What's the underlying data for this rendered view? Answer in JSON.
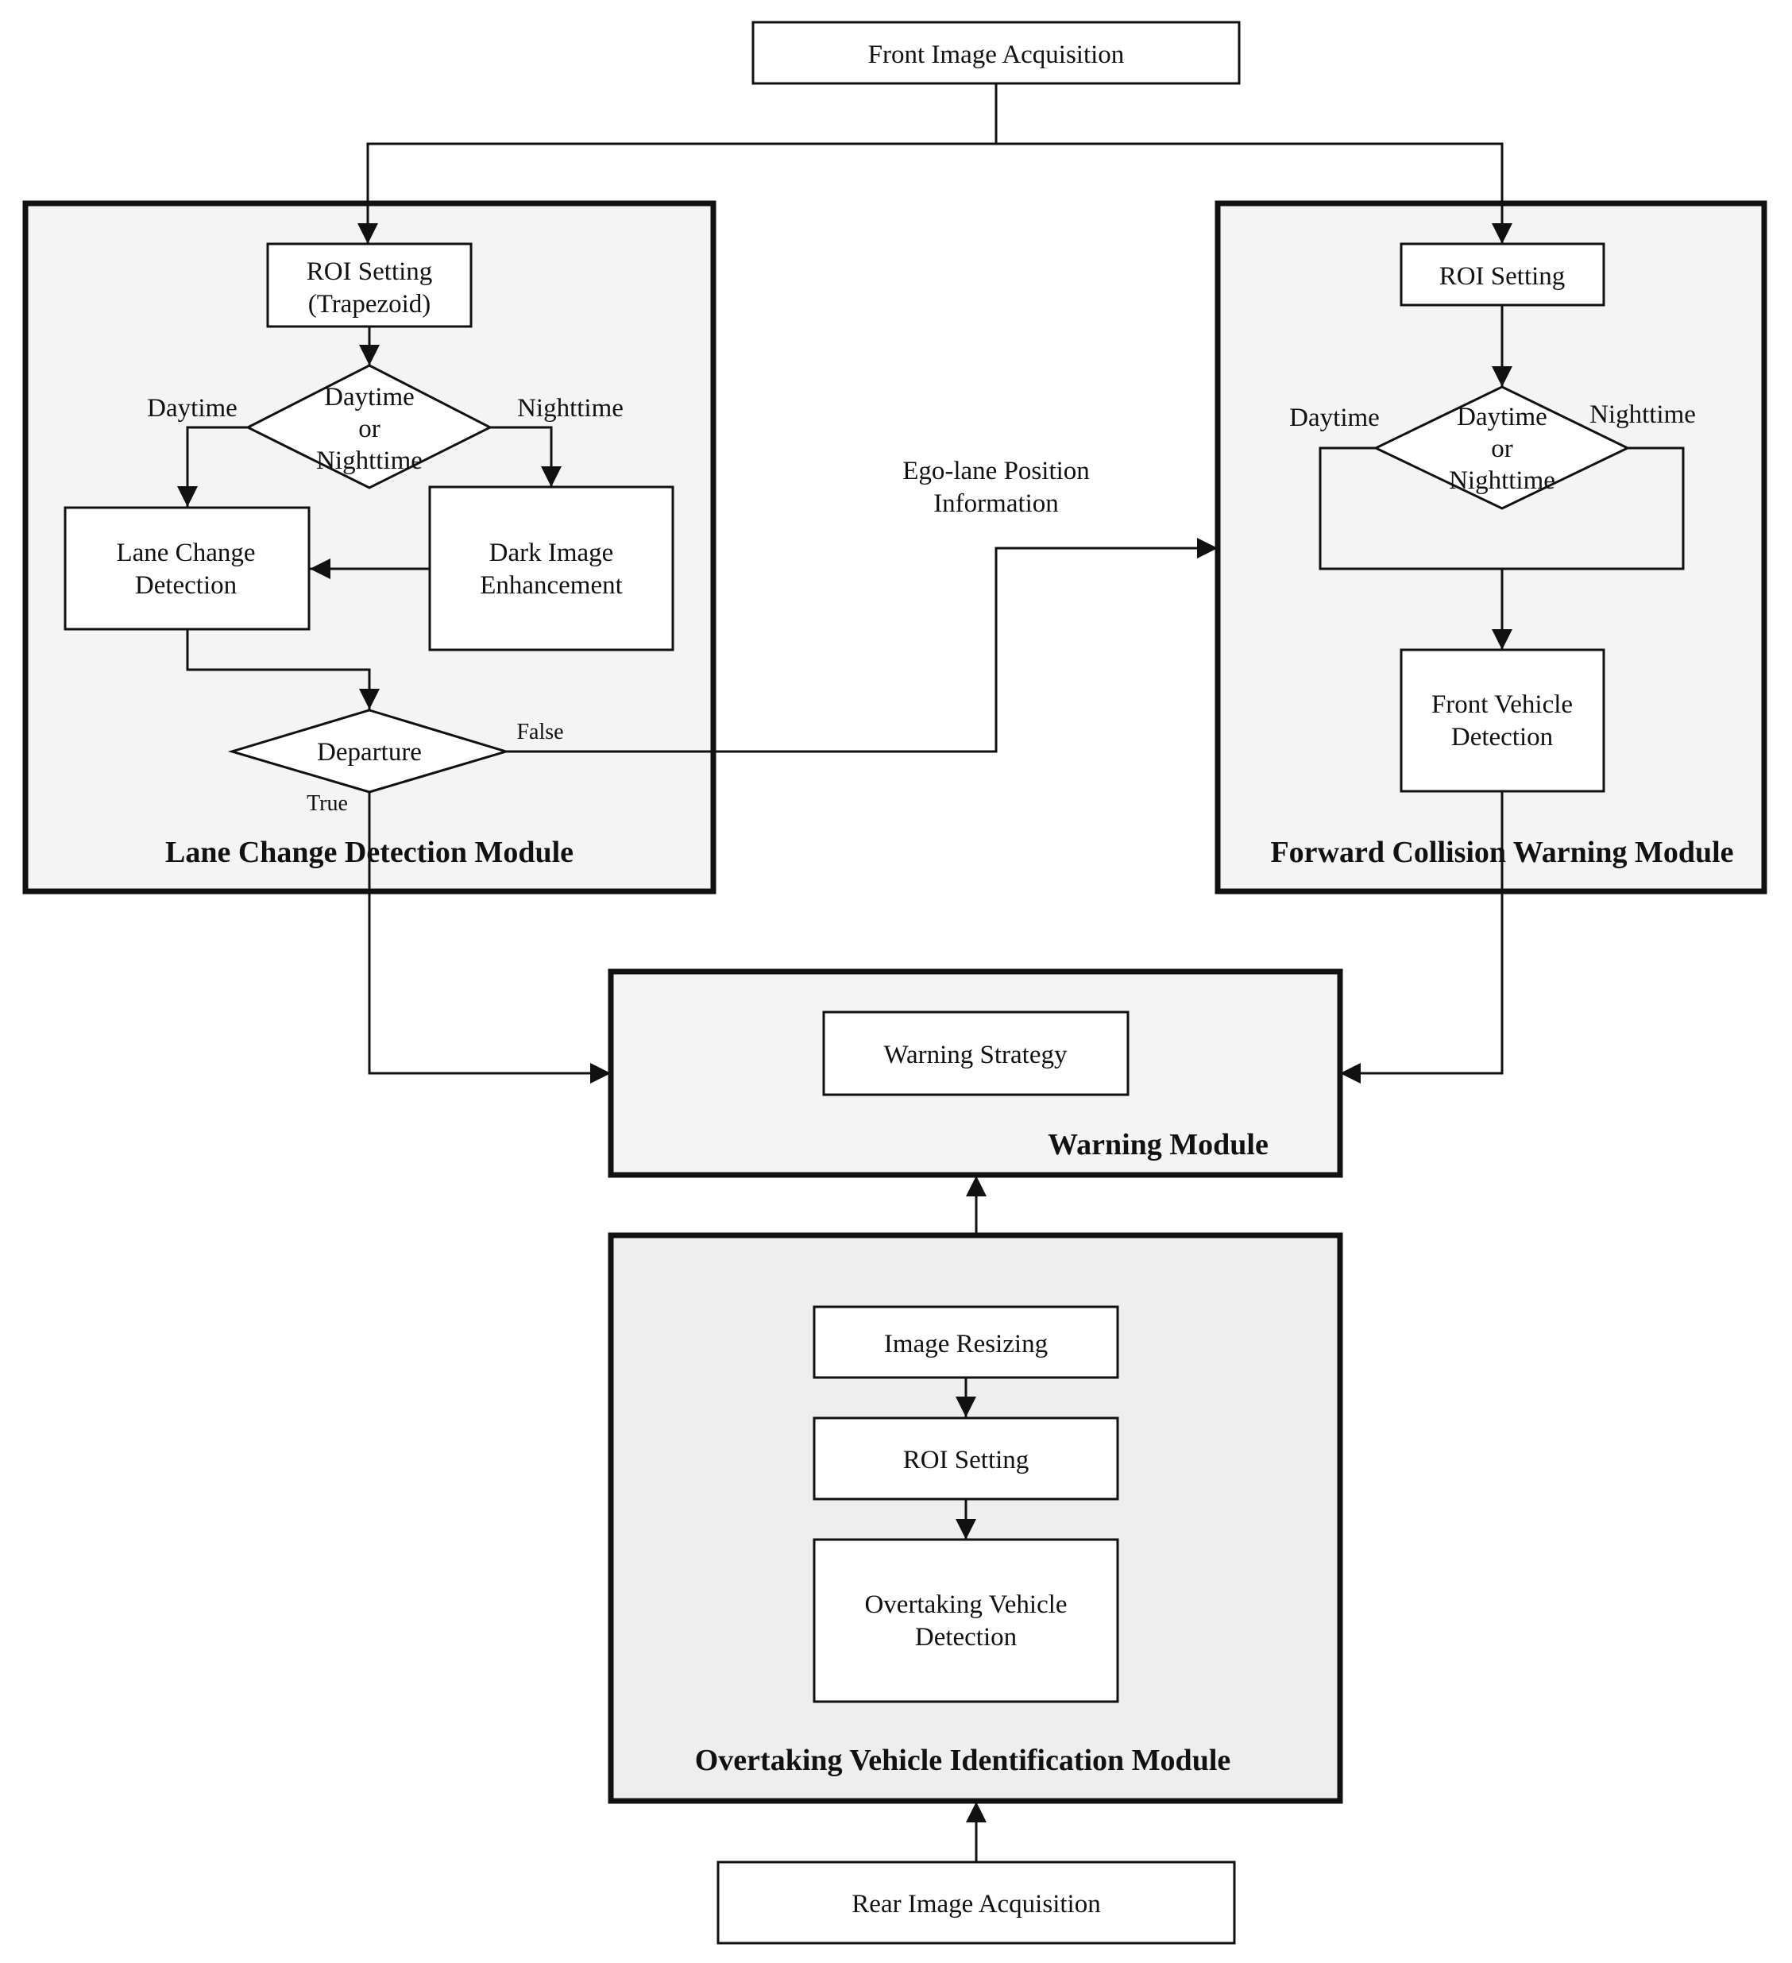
{
  "nodes": {
    "front_image": "Front Image Acquisition",
    "rear_image": "Rear Image Acquisition",
    "lcd_roi": [
      "ROI Setting",
      "(Trapezoid)"
    ],
    "lcd_daynight": [
      "Daytime",
      "or",
      "Nighttime"
    ],
    "lcd_lane_change": [
      "Lane Change",
      "Detection"
    ],
    "lcd_dark_image": [
      "Dark Image",
      "Enhancement"
    ],
    "lcd_departure": "Departure",
    "fcw_roi": "ROI Setting",
    "fcw_daynight": [
      "Daytime",
      "or",
      "Nighttime"
    ],
    "fcw_front_vehicle": [
      "Front Vehicle",
      "Detection"
    ],
    "warning_strategy": "Warning Strategy",
    "ovi_resizing": "Image Resizing",
    "ovi_roi": "ROI Setting",
    "ovi_detection": [
      "Overtaking Vehicle",
      "Detection"
    ]
  },
  "edge_labels": {
    "lcd_daytime": "Daytime",
    "lcd_nighttime": "Nighttime",
    "departure_false": "False",
    "departure_true": "True",
    "fcw_daytime": "Daytime",
    "fcw_nighttime": "Nighttime",
    "ego_lane": [
      "Ego-lane Position",
      "Information"
    ]
  },
  "modules": {
    "lane_change": "Lane Change Detection Module",
    "forward_collision": "Forward Collision Warning Module",
    "warning": "Warning Module",
    "overtaking": "Overtaking Vehicle Identification Module"
  },
  "colors": {
    "module_fill": "#f4f4f4",
    "overtaking_fill": "#eeeeee",
    "stroke": "#111111",
    "node_fill": "#ffffff"
  }
}
